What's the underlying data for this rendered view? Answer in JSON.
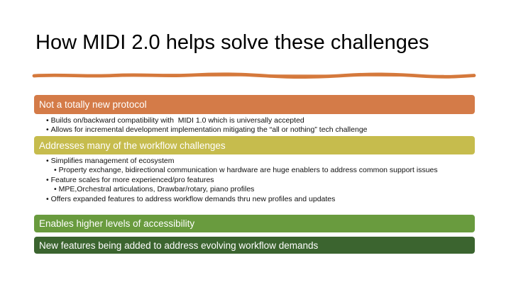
{
  "slide": {
    "title": "How MIDI 2.0 helps solve these challenges",
    "divider_color": "#d5793c",
    "sections": [
      {
        "header": "Not a totally new protocol",
        "color": "#d47b48",
        "bullets": [
          {
            "level": 1,
            "text": "Builds on/backward compatibility with  MIDI 1.0 which is universally accepted"
          },
          {
            "level": 1,
            "text": "Allows for incremental development implementation mitigating the “all or nothing” tech challenge"
          }
        ]
      },
      {
        "header": "Addresses many of the workflow challenges",
        "color": "#c6bc4d",
        "bullets": [
          {
            "level": 1,
            "text": "Simplifies management of ecosystem"
          },
          {
            "level": 2,
            "text": "Property exchange, bidirectional communication w hardware are huge enablers to address common support issues"
          },
          {
            "level": 1,
            "text": "Feature scales for more experienced/pro features"
          },
          {
            "level": 2,
            "text": "MPE,Orchestral articulations, Drawbar/rotary, piano profiles"
          },
          {
            "level": 1,
            "text": "Offers expanded features to address workflow demands thru new profiles and updates"
          }
        ]
      },
      {
        "header": "Enables higher levels of accessibility",
        "color": "#699b3e",
        "bullets": []
      },
      {
        "header": "New features being added to address evolving workflow demands",
        "color": "#3b642f",
        "bullets": []
      }
    ]
  }
}
